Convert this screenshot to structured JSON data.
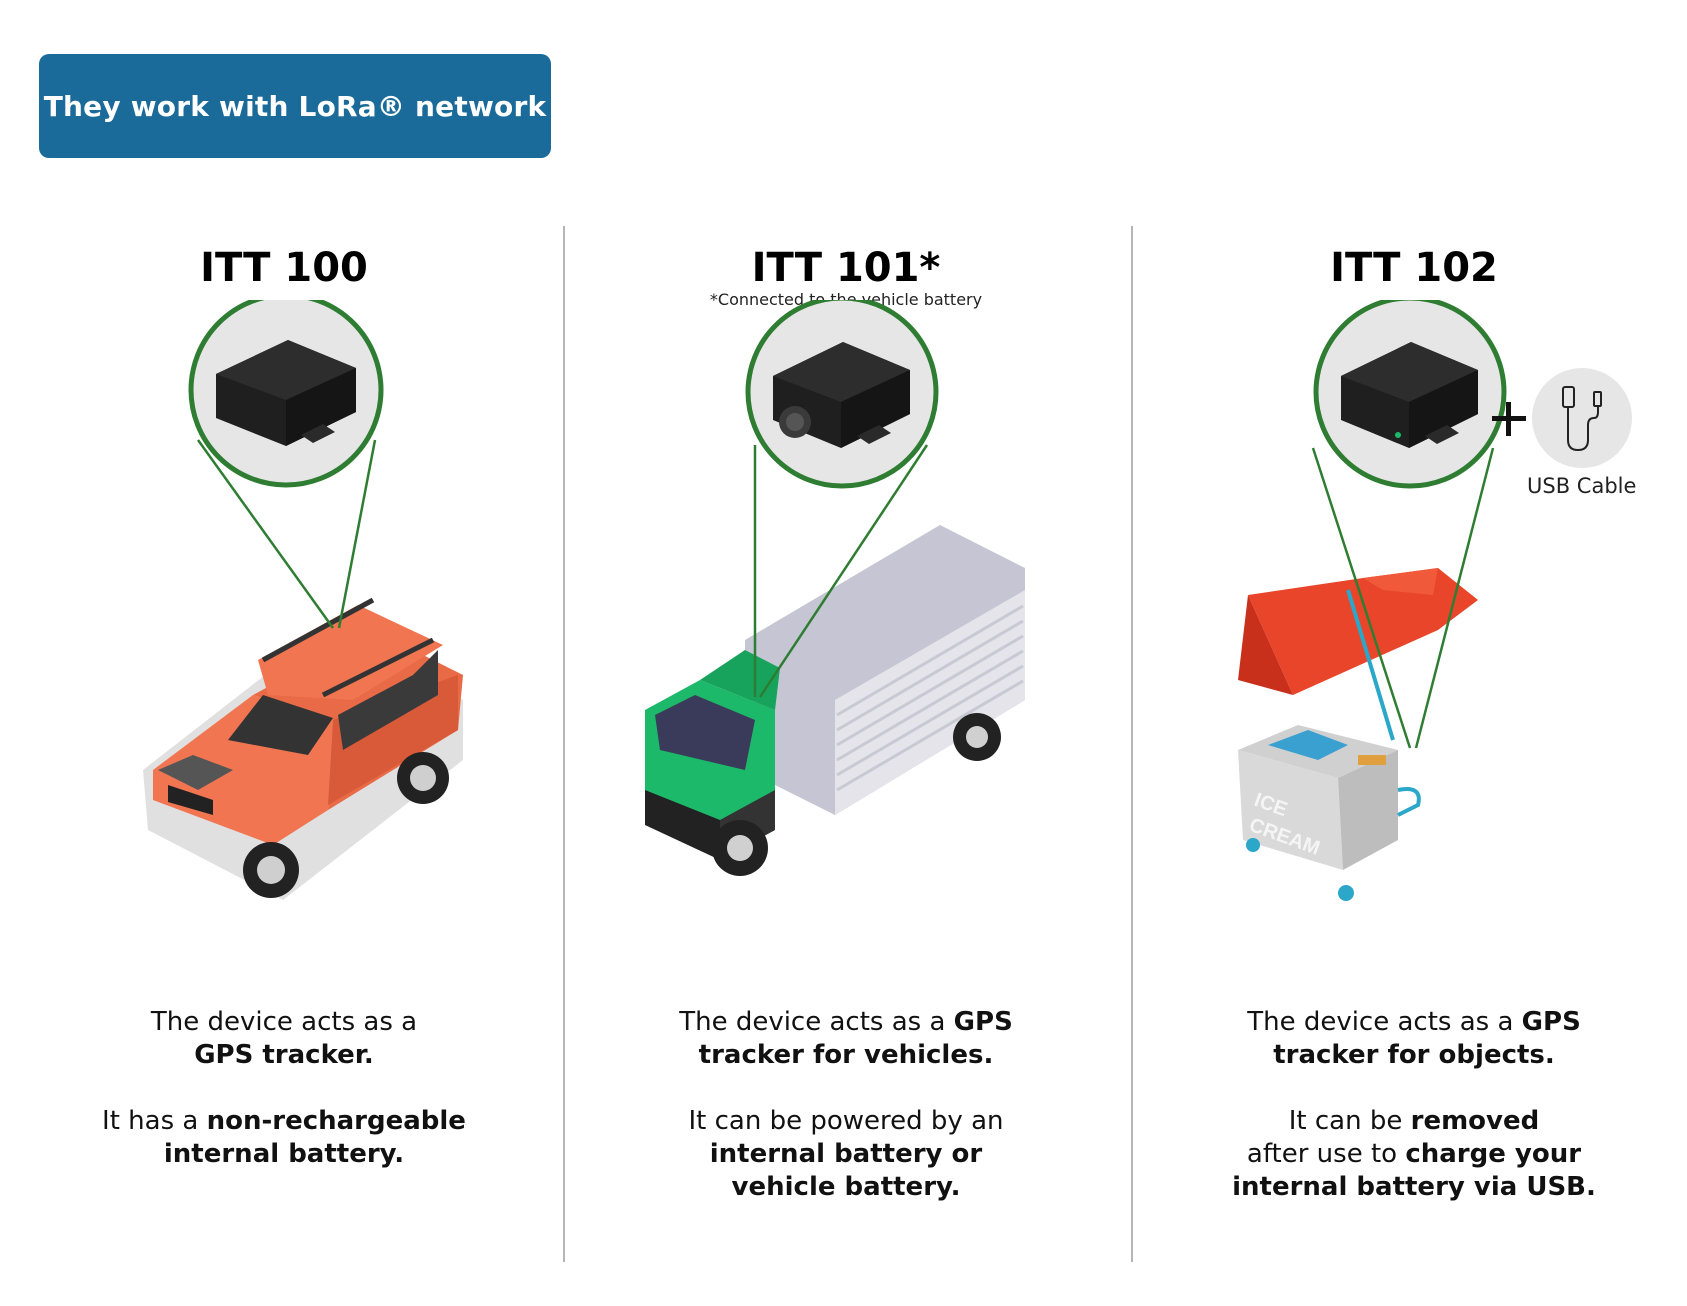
{
  "header": {
    "badge_label": "They work with LoRa® network"
  },
  "colors": {
    "badge_bg": "#1a6a9a",
    "ring": "#2e7d32",
    "car": "#f07550",
    "truck_cab": "#1db96a",
    "umbrella": "#e8452a"
  },
  "columns": [
    {
      "title": "ITT 100",
      "note": "",
      "illustration": "suv-car",
      "desc": {
        "l1a": "The device acts as a",
        "l1b": "",
        "l2": "GPS tracker.",
        "l3a": "It has a ",
        "l3b": "non-rechargeable",
        "l4a": "",
        "l4b": "internal battery.",
        "l5": ""
      }
    },
    {
      "title": "ITT 101*",
      "note": "*Connected to the vehicle battery",
      "illustration": "truck",
      "desc": {
        "l1a": "The device acts as a ",
        "l1b": "GPS",
        "l2": "tracker for vehicles.",
        "l3a": "It can be powered by an",
        "l3b": "",
        "l4a": "",
        "l4b": "internal battery or",
        "l5": "vehicle battery."
      }
    },
    {
      "title": "ITT 102",
      "note": "",
      "illustration": "ice-cream-cart",
      "usb_label": "USB Cable",
      "desc": {
        "l1a": "The device acts as a ",
        "l1b": "GPS",
        "l2": "tracker for objects.",
        "l3a": "It can be ",
        "l3b": "removed",
        "l4a": "after use to ",
        "l4b": "charge your",
        "l5": "internal battery via USB."
      }
    }
  ]
}
